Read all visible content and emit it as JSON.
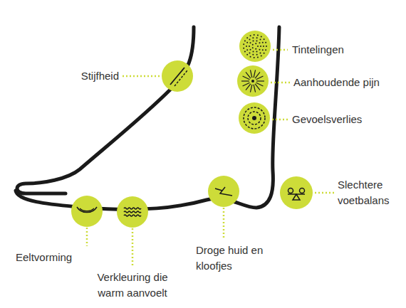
{
  "diagram": {
    "labels": [
      "Stijfheid",
      "Tintelingen",
      "Aanhoudende pijn",
      "Gevoelsverlies",
      "Slechtere voetbalans",
      "Eeltvorming",
      "Verkleuring die warm aanvoelt",
      "Droge huid en kloofjes"
    ]
  }
}
